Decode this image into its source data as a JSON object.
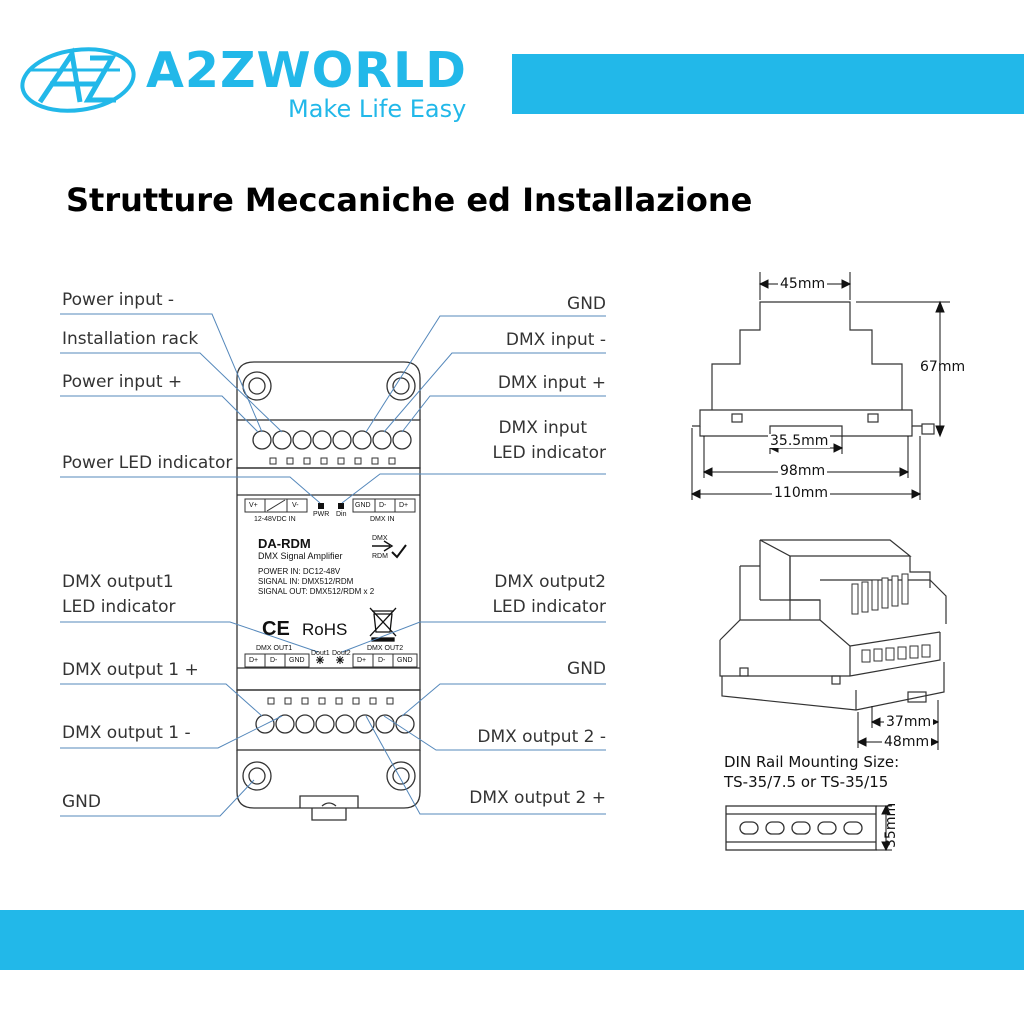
{
  "brand": {
    "name": "A2ZWORLD",
    "tagline": "Make Life Easy",
    "color": "#22b8e9"
  },
  "heading": "Strutture Meccaniche ed Installazione",
  "labels": {
    "left": [
      "Power input -",
      "Installation rack",
      "Power input +",
      "Power LED indicator",
      "DMX output1",
      "LED indicator",
      "DMX output 1 +",
      "DMX output 1 -",
      "GND"
    ],
    "right": [
      "GND",
      "DMX input -",
      "DMX input +",
      "DMX input",
      "LED indicator",
      "DMX output2",
      "LED indicator",
      "GND",
      "DMX output 2 -",
      "DMX output 2 +"
    ]
  },
  "device": {
    "model": "DA-RDM",
    "subtitle": "DMX Signal Amplifier",
    "specs": [
      "POWER IN: DC12-48V",
      "SIGNAL IN: DMX512/RDM",
      "SIGNAL OUT: DMX512/RDM x 2"
    ],
    "certs": [
      "CE",
      "RoHS"
    ],
    "top_terminals": [
      "V+",
      "V-",
      "GND",
      "D-",
      "D+"
    ],
    "top_caption_left": "12-48VDC IN",
    "top_caption_right": "DMX IN",
    "led_top": [
      "PWR",
      "Din"
    ],
    "dmx_badge": [
      "DMX",
      "RDM"
    ],
    "bottom_caption_left": "DMX OUT1",
    "bottom_caption_right": "DMX OUT2",
    "bottom_terminals": [
      "D+",
      "D-",
      "GND",
      "D+",
      "D-",
      "GND"
    ],
    "led_bottom": [
      "Dout1",
      "Dout2"
    ]
  },
  "dimensions": {
    "width_top": "45mm",
    "height": "67mm",
    "inner": "35.5mm",
    "mid": "98mm",
    "total": "110mm",
    "iso_a": "37mm",
    "iso_b": "48mm",
    "rail_height": "35mm"
  },
  "din_rail": {
    "title": "DIN Rail Mounting Size:",
    "value": "TS-35/7.5 or TS-35/15"
  }
}
